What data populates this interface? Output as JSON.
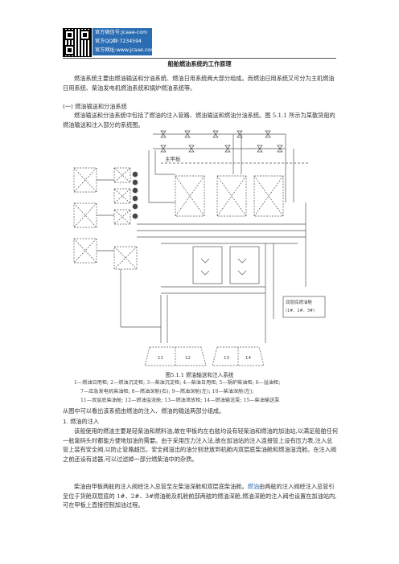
{
  "header": {
    "lines": [
      "官方微信号:Jcaae-com",
      "官方QQ群:7234594",
      "官方网址:www.jcaae.com"
    ]
  },
  "document": {
    "title": "船舶燃油系统的工作原理",
    "intro": "燃油系统主要由燃油输送和分油系统、燃油日用系统两大部分组成。而燃油日用系统又可分为主机燃油日用系统、柴油发电机燃油系统和锅炉燃油系统等。",
    "section1_heading": "(一) 燃油输送和分油系统",
    "section1_text": "燃油输送和分油系统中包括了燃油的注入管路、燃油输送和燃油分油系统。图 5.1.1 所示为某散货船的燃油输送和注入部分的系统图。",
    "figure": {
      "deck_label": "主甲板",
      "tank_label": "双层底燃油舱",
      "tank_sub": "(1#、2#、3#)",
      "caption": "图5.1.1 燃油输送和注入系统",
      "legend": [
        "1—燃油日用柜; 2—燃油沉淀柜; 3—柴油沉淀柜; 4—柴油日用柜; 5—锅炉柴油柜; 6—溢油柜;",
        "7—应急发电机柴油柜; 8—燃油深舱(右); 9—燃油深舱(左); 10—柴油深舱(左);",
        "11—双层底柴油舱; 12—燃油溢流舱; 13—燃油泄放柜; 14—燃油输送泵; 15—柴油输送泵"
      ]
    },
    "after_figure": "从图中可以看出该系统由燃油的注入、燃油的输送两部分组成。",
    "section2_heading": "1. 燃油的注入",
    "para2": "该船使用的燃油主要是轻柴油和燃料油,故在甲板的左右舷均设有轻柴油和燃油的加油站,以满足船舶任何一舷靠码头时都能方便地加油的需要。由于采用压力注入法,故在加油站的注入连接管上设有压力表,注入总管上装有安全阀,以防止管路超压。安全阀溢出的油分别泄放到机舱内双层底柴油舱和燃油溢流舱。在注入阀之前还设有滤器,可以过滤掉一部分燃柴油中的杂质。",
    "para3_a": "柴油由甲板两舷的注入阀经注入总管至左柴油深舱和双层底柴油舱。",
    "para3_link": "燃油",
    "para3_b": "由两舷的注入阀经注入总管引至位于货舱双层底的 1#、2#、3#燃油舱及机舱前部两舷的燃油深舱,燃油深舱的注入阀也设置在加油站内,可在甲板上直接控制加油过程。"
  }
}
